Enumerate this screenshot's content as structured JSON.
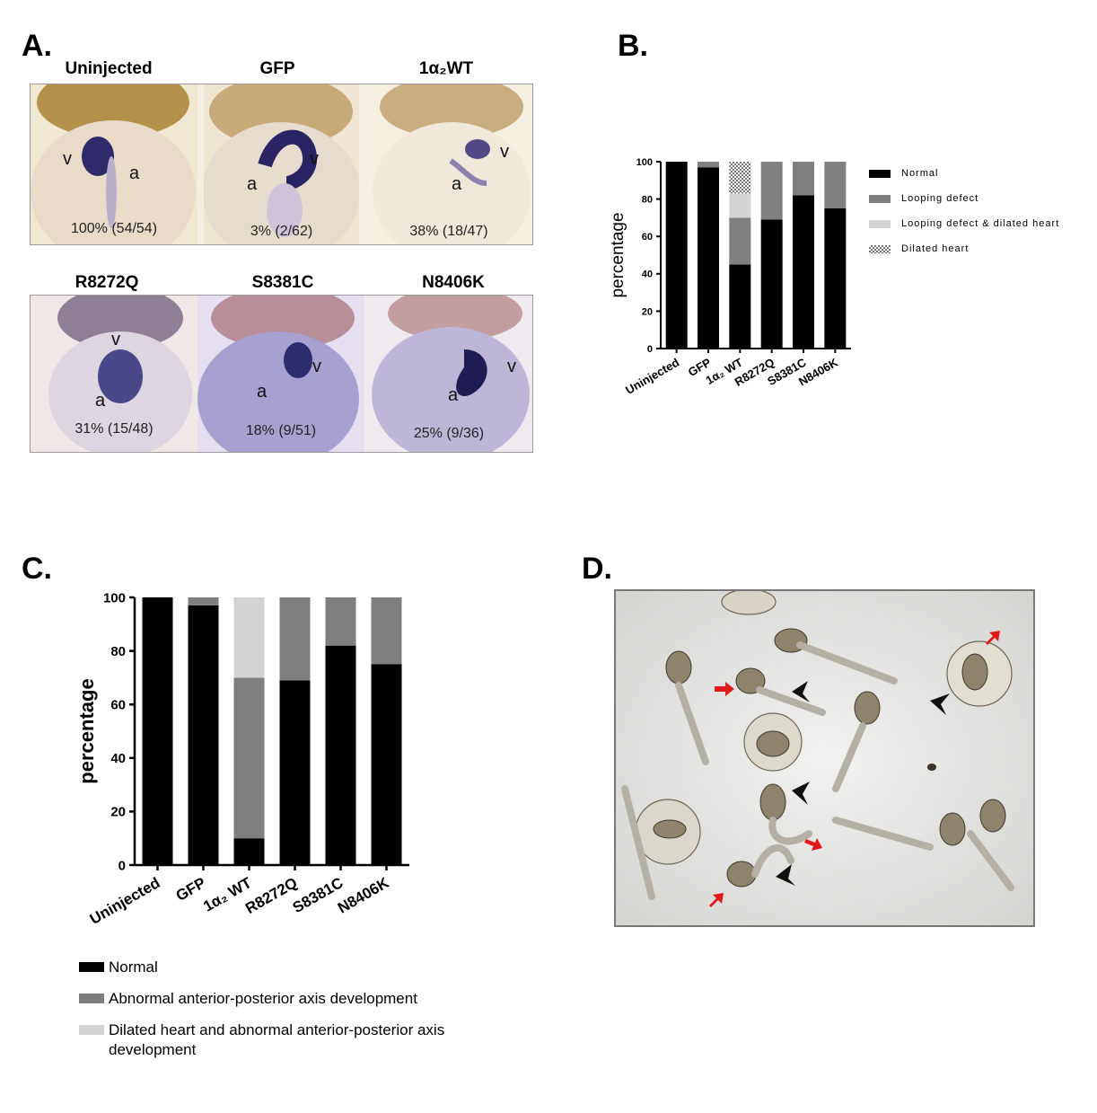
{
  "panels": {
    "a": {
      "letter": "A.",
      "images": [
        {
          "title": "Uninjected",
          "ventricle": "v",
          "atrium": "a",
          "caption": "100% (54/54)"
        },
        {
          "title": "GFP",
          "ventricle": "v",
          "atrium": "a",
          "caption": "3% (2/62)"
        },
        {
          "title": "1α₂WT",
          "ventricle": "v",
          "atrium": "a",
          "caption": "38% (18/47)"
        },
        {
          "title": "R8272Q",
          "ventricle": "v",
          "atrium": "a",
          "caption": "31% (15/48)"
        },
        {
          "title": "S8381C",
          "ventricle": "v",
          "atrium": "a",
          "caption": "18% (9/51)"
        },
        {
          "title": "N8406K",
          "ventricle": "v",
          "atrium": "a",
          "caption": "25% (9/36)"
        }
      ]
    },
    "b": {
      "letter": "B."
    },
    "c": {
      "letter": "C."
    },
    "d": {
      "letter": "D."
    }
  },
  "colors": {
    "normal": "#000000",
    "looping_defect": "#7f7f7f",
    "looping_defect_dilated": "#d3d3d3",
    "dilated_heart": "#b8b8b8",
    "abnormal_ap_axis": "#7f7f7f",
    "dilated_and_abnormal_ap": "#d3d3d3",
    "red_arrow": "#e31a1c",
    "black_arrowhead": "#111111"
  },
  "chart_data": [
    {
      "type": "bar",
      "stacked": true,
      "panel": "B",
      "categories": [
        "Uninjected",
        "GFP",
        "1α₂ WT",
        "R8272Q",
        "S8381C",
        "N8406K"
      ],
      "series": [
        {
          "name": "Normal",
          "values": [
            100,
            97,
            45,
            69,
            82,
            75
          ],
          "color": "#000000"
        },
        {
          "name": "Looping defect",
          "values": [
            0,
            3,
            25,
            31,
            18,
            25
          ],
          "color": "#7f7f7f"
        },
        {
          "name": "Looping defect & dilated heart",
          "values": [
            0,
            0,
            13,
            0,
            0,
            0
          ],
          "color": "#d3d3d3"
        },
        {
          "name": "Dilated heart",
          "values": [
            0,
            0,
            17,
            0,
            0,
            0
          ],
          "color": "#b8b8b8",
          "pattern": "checker"
        }
      ],
      "ylabel": "percentage",
      "ylim": [
        0,
        100
      ],
      "yticks": [
        "0",
        "20",
        "40",
        "60",
        "80",
        "100"
      ],
      "legend_position": "right"
    },
    {
      "type": "bar",
      "stacked": true,
      "panel": "C",
      "categories": [
        "Uninjected",
        "GFP",
        "1α₂ WT",
        "R8272Q",
        "S8381C",
        "N8406K"
      ],
      "series": [
        {
          "name": "Normal",
          "values": [
            100,
            97,
            10,
            69,
            82,
            75
          ],
          "color": "#000000"
        },
        {
          "name": "Abnormal anterior-posterior axis development",
          "values": [
            0,
            3,
            60,
            31,
            18,
            25
          ],
          "color": "#7f7f7f"
        },
        {
          "name": "Dilated heart and abnormal anterior-posterior axis development",
          "values": [
            0,
            0,
            30,
            0,
            0,
            0
          ],
          "color": "#d3d3d3"
        }
      ],
      "ylabel": "percentage",
      "ylim": [
        0,
        100
      ],
      "yticks": [
        "0",
        "20",
        "40",
        "60",
        "80",
        "100"
      ],
      "legend_position": "bottom"
    }
  ]
}
